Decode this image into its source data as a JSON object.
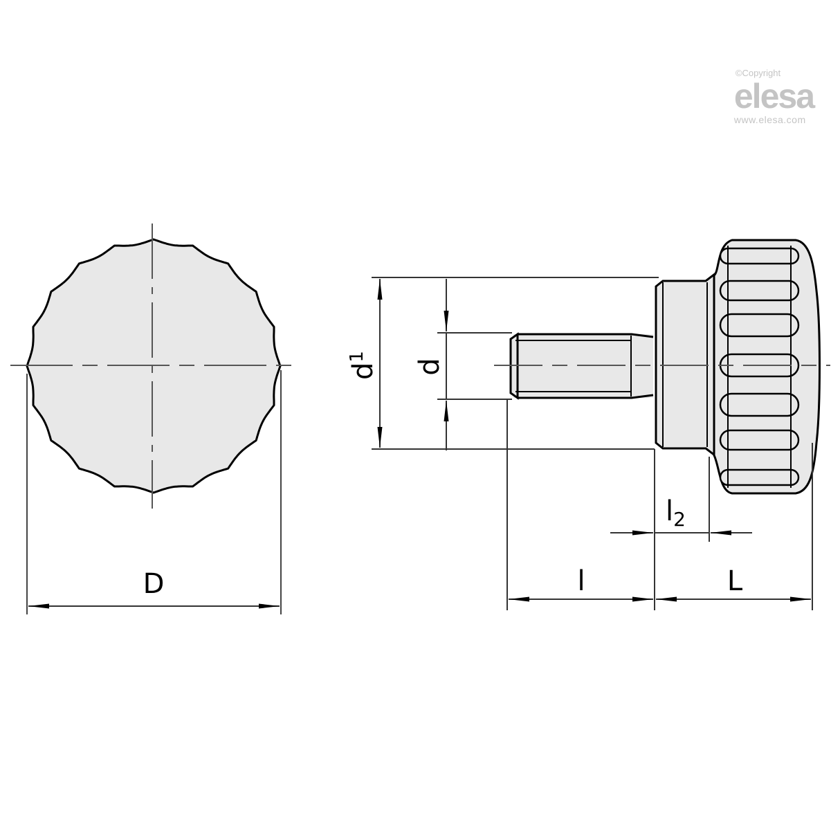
{
  "watermark": {
    "copyright": "©Copyright",
    "brand": "elesa",
    "url": "www.elesa.com"
  },
  "dimensions": {
    "D": "D",
    "d1_main": "d",
    "d1_sub": "1",
    "d": "d",
    "l": "l",
    "L": "L",
    "l2_main": "l",
    "l2_sub": "2"
  },
  "colors": {
    "line": "#000000",
    "fill": "#e8e8e8",
    "centerline": "#555555",
    "watermark": "#c4c4c4"
  }
}
